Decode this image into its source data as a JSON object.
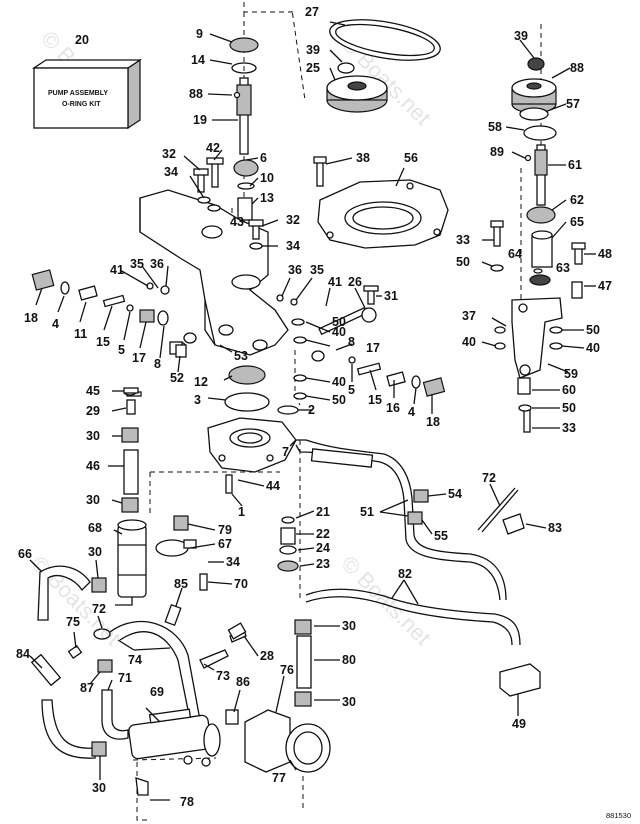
{
  "kit_box": {
    "line1": "PUMP ASSEMBLY",
    "line2": "O-RING KIT"
  },
  "watermark": "© Boats.net",
  "drawing_number": "881530",
  "callouts": [
    {
      "id": "c20",
      "n": "20"
    },
    {
      "id": "c9",
      "n": "9"
    },
    {
      "id": "c27",
      "n": "27"
    },
    {
      "id": "c39a",
      "n": "39"
    },
    {
      "id": "c25",
      "n": "25"
    },
    {
      "id": "c14",
      "n": "14"
    },
    {
      "id": "c39b",
      "n": "39"
    },
    {
      "id": "c88a",
      "n": "88"
    },
    {
      "id": "c88b",
      "n": "88"
    },
    {
      "id": "c57",
      "n": "57"
    },
    {
      "id": "c19",
      "n": "19"
    },
    {
      "id": "c58",
      "n": "58"
    },
    {
      "id": "c42",
      "n": "42"
    },
    {
      "id": "c32a",
      "n": "32"
    },
    {
      "id": "c6",
      "n": "6"
    },
    {
      "id": "c38",
      "n": "38"
    },
    {
      "id": "c56",
      "n": "56"
    },
    {
      "id": "c89",
      "n": "89"
    },
    {
      "id": "c61",
      "n": "61"
    },
    {
      "id": "c10",
      "n": "10"
    },
    {
      "id": "c34a",
      "n": "34"
    },
    {
      "id": "c13",
      "n": "13"
    },
    {
      "id": "c62",
      "n": "62"
    },
    {
      "id": "c43",
      "n": "43"
    },
    {
      "id": "c32b",
      "n": "32"
    },
    {
      "id": "c65",
      "n": "65"
    },
    {
      "id": "c33a",
      "n": "33"
    },
    {
      "id": "c34b",
      "n": "34"
    },
    {
      "id": "c48",
      "n": "48"
    },
    {
      "id": "c64",
      "n": "64"
    },
    {
      "id": "c50a",
      "n": "50"
    },
    {
      "id": "c63",
      "n": "63"
    },
    {
      "id": "c41a",
      "n": "41"
    },
    {
      "id": "c35a",
      "n": "35"
    },
    {
      "id": "c36a",
      "n": "36"
    },
    {
      "id": "c36b",
      "n": "36"
    },
    {
      "id": "c35b",
      "n": "35"
    },
    {
      "id": "c41b",
      "n": "41"
    },
    {
      "id": "c26",
      "n": "26"
    },
    {
      "id": "c47",
      "n": "47"
    },
    {
      "id": "c31",
      "n": "31"
    },
    {
      "id": "c18a",
      "n": "18"
    },
    {
      "id": "c4a",
      "n": "4"
    },
    {
      "id": "c11",
      "n": "11"
    },
    {
      "id": "c15a",
      "n": "15"
    },
    {
      "id": "c5a",
      "n": "5"
    },
    {
      "id": "c17a",
      "n": "17"
    },
    {
      "id": "c8a",
      "n": "8"
    },
    {
      "id": "c50b",
      "n": "50"
    },
    {
      "id": "c37",
      "n": "37"
    },
    {
      "id": "c50c",
      "n": "50"
    },
    {
      "id": "c40a",
      "n": "40"
    },
    {
      "id": "c40b",
      "n": "40"
    },
    {
      "id": "c40c",
      "n": "40"
    },
    {
      "id": "c8b",
      "n": "8"
    },
    {
      "id": "c17b",
      "n": "17"
    },
    {
      "id": "c53",
      "n": "53"
    },
    {
      "id": "c59",
      "n": "59"
    },
    {
      "id": "c52",
      "n": "52"
    },
    {
      "id": "c5b",
      "n": "5"
    },
    {
      "id": "c12",
      "n": "12"
    },
    {
      "id": "c40d",
      "n": "40"
    },
    {
      "id": "c15b",
      "n": "15"
    },
    {
      "id": "c16",
      "n": "16"
    },
    {
      "id": "c4b",
      "n": "4"
    },
    {
      "id": "c60",
      "n": "60"
    },
    {
      "id": "c45",
      "n": "45"
    },
    {
      "id": "c3",
      "n": "3"
    },
    {
      "id": "c50d",
      "n": "50"
    },
    {
      "id": "c50e",
      "n": "50"
    },
    {
      "id": "c29",
      "n": "29"
    },
    {
      "id": "c2",
      "n": "2"
    },
    {
      "id": "c18b",
      "n": "18"
    },
    {
      "id": "c33b",
      "n": "33"
    },
    {
      "id": "c30a",
      "n": "30"
    },
    {
      "id": "c7",
      "n": "7"
    },
    {
      "id": "c46",
      "n": "46"
    },
    {
      "id": "c44",
      "n": "44"
    },
    {
      "id": "c54",
      "n": "54"
    },
    {
      "id": "c72",
      "n": "72"
    },
    {
      "id": "c30b",
      "n": "30"
    },
    {
      "id": "c1",
      "n": "1"
    },
    {
      "id": "c21",
      "n": "21"
    },
    {
      "id": "c51",
      "n": "51"
    },
    {
      "id": "c68",
      "n": "68"
    },
    {
      "id": "c79",
      "n": "79"
    },
    {
      "id": "c22",
      "n": "22"
    },
    {
      "id": "c83",
      "n": "83"
    },
    {
      "id": "c55",
      "n": "55"
    },
    {
      "id": "c67",
      "n": "67"
    },
    {
      "id": "c24",
      "n": "24"
    },
    {
      "id": "c66",
      "n": "66"
    },
    {
      "id": "c30c",
      "n": "30"
    },
    {
      "id": "c34c",
      "n": "34"
    },
    {
      "id": "c23",
      "n": "23"
    },
    {
      "id": "c82",
      "n": "82"
    },
    {
      "id": "c70",
      "n": "70"
    },
    {
      "id": "c85",
      "n": "85"
    },
    {
      "id": "c72b",
      "n": "72"
    },
    {
      "id": "c75",
      "n": "75"
    },
    {
      "id": "c30d",
      "n": "30"
    },
    {
      "id": "c84",
      "n": "84"
    },
    {
      "id": "c74",
      "n": "74"
    },
    {
      "id": "c28",
      "n": "28"
    },
    {
      "id": "c73",
      "n": "73"
    },
    {
      "id": "c76",
      "n": "76"
    },
    {
      "id": "c80",
      "n": "80"
    },
    {
      "id": "c87",
      "n": "87"
    },
    {
      "id": "c71",
      "n": "71"
    },
    {
      "id": "c86",
      "n": "86"
    },
    {
      "id": "c69",
      "n": "69"
    },
    {
      "id": "c30e",
      "n": "30"
    },
    {
      "id": "c49",
      "n": "49"
    },
    {
      "id": "c77",
      "n": "77"
    },
    {
      "id": "c30f",
      "n": "30"
    },
    {
      "id": "c78",
      "n": "78"
    }
  ]
}
